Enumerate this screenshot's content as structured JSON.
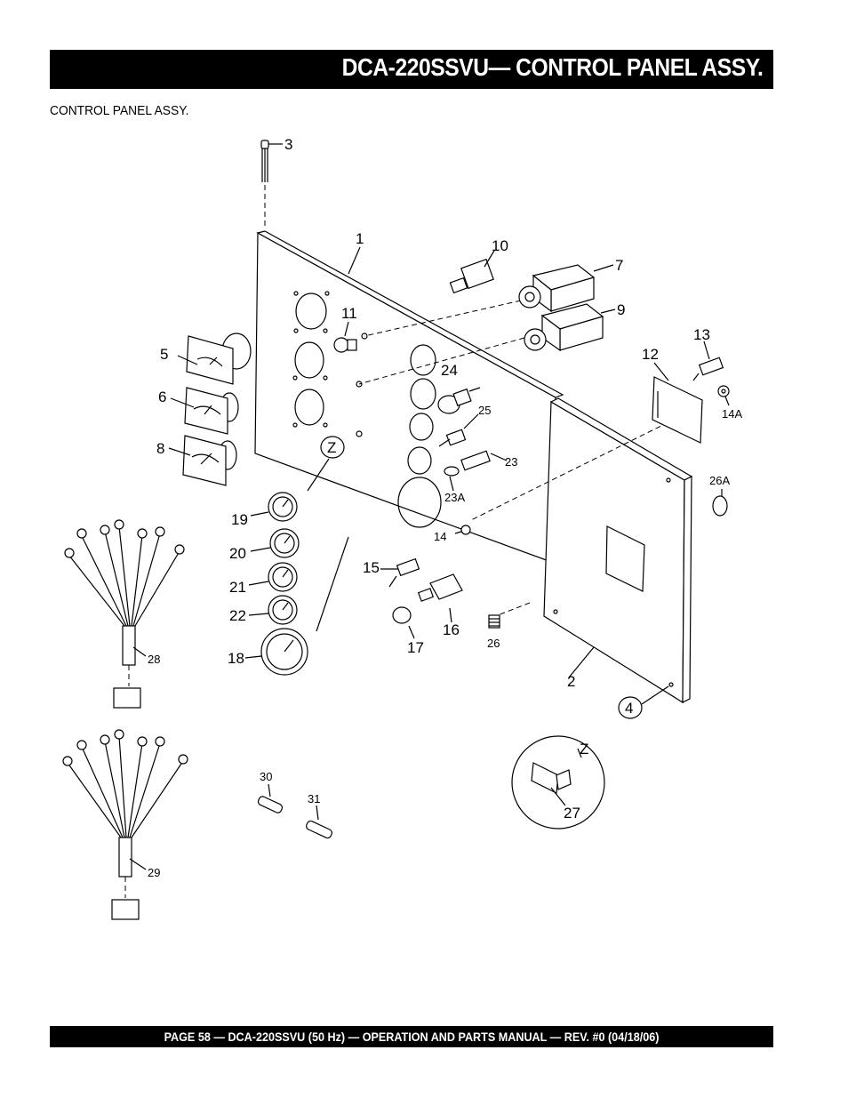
{
  "header": {
    "title": "DCA-220SSVU— CONTROL PANEL  ASSY."
  },
  "section": {
    "label": "CONTROL PANEL ASSY."
  },
  "diagram": {
    "callouts": [
      "3",
      "1",
      "10",
      "7",
      "9",
      "11",
      "5",
      "6",
      "8",
      "24",
      "25",
      "23",
      "23A",
      "13",
      "12",
      "14A",
      "Z",
      "19",
      "20",
      "21",
      "22",
      "18",
      "14",
      "15",
      "16",
      "17",
      "26",
      "26A",
      "2",
      "4",
      "28",
      "29",
      "30",
      "31",
      "Z",
      "27"
    ]
  },
  "footer": {
    "text": "PAGE 58 — DCA-220SSVU (50 Hz) —  OPERATION AND PARTS  MANUAL — REV. #0  (04/18/06)"
  }
}
